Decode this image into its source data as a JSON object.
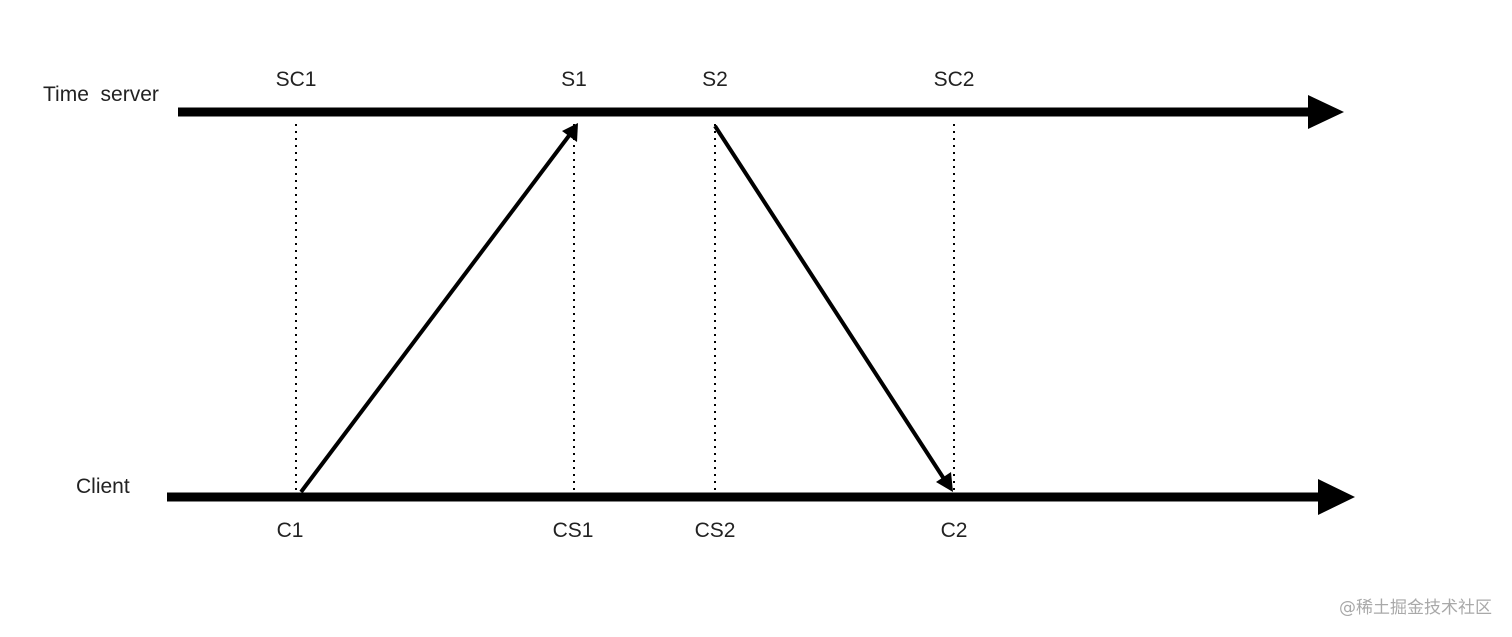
{
  "diagram": {
    "server_label": "Time  server",
    "client_label": "Client",
    "server_events": {
      "sc1": "SC1",
      "s1": "S1",
      "s2": "S2",
      "sc2": "SC2"
    },
    "client_events": {
      "c1": "C1",
      "cs1": "CS1",
      "cs2": "CS2",
      "c2": "C2"
    },
    "line_color": "#000000"
  },
  "watermark": "@稀土掘金技术社区"
}
